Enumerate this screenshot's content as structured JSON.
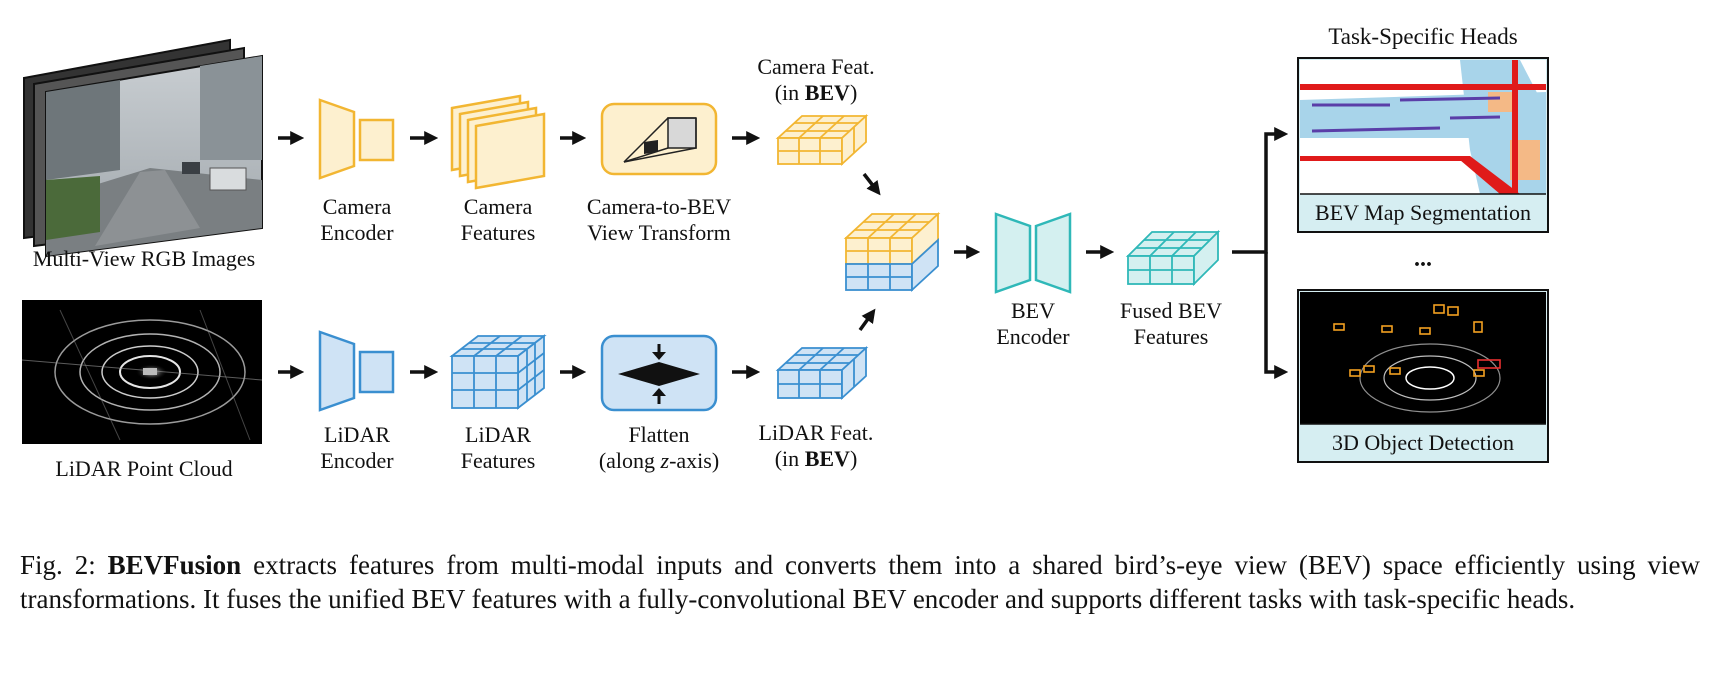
{
  "labels": {
    "rgb_images": "Multi-View RGB Images",
    "lidar_cloud": "LiDAR Point Cloud",
    "camera_encoder_1": "Camera",
    "camera_encoder_2": "Encoder",
    "camera_features_1": "Camera",
    "camera_features_2": "Features",
    "cam2bev_1": "Camera-to-BEV",
    "cam2bev_2": "View Transform",
    "camera_feat_bev_1": "Camera Feat.",
    "camera_feat_bev_2a": "(in ",
    "camera_feat_bev_2b": "BEV",
    "camera_feat_bev_2c": ")",
    "lidar_encoder_1": "LiDAR",
    "lidar_encoder_2": "Encoder",
    "lidar_features_1": "LiDAR",
    "lidar_features_2": "Features",
    "flatten_1": "Flatten",
    "flatten_2a": "(along ",
    "flatten_2b": "z",
    "flatten_2c": "-axis)",
    "lidar_feat_bev_1": "LiDAR Feat.",
    "lidar_feat_bev_2a": "(in ",
    "lidar_feat_bev_2b": "BEV",
    "lidar_feat_bev_2c": ")",
    "bev_encoder_1": "BEV",
    "bev_encoder_2": "Encoder",
    "fused_bev_1": "Fused BEV",
    "fused_bev_2": "Features",
    "task_heads": "Task-Specific Heads",
    "map_seg": "BEV Map Segmentation",
    "ellipsis": "...",
    "det3d": "3D Object Detection"
  },
  "caption": {
    "prefix": "Fig. 2: ",
    "bold": "BEVFusion",
    "text": " extracts features from multi-modal inputs and converts them into a shared bird’s-eye view (BEV) space efficiently using view transformations. It fuses the unified BEV features with a fully-convolutional BEV encoder and supports different tasks with task-specific heads."
  },
  "colors": {
    "camera_stroke": "#f2b632",
    "camera_fill": "#fdf0cf",
    "lidar_stroke": "#3a8fd0",
    "lidar_fill": "#cfe3f5",
    "fused_stroke": "#2fb8b8",
    "fused_fill": "#d4f0f0",
    "head_box_fill": "#d6eef2"
  }
}
